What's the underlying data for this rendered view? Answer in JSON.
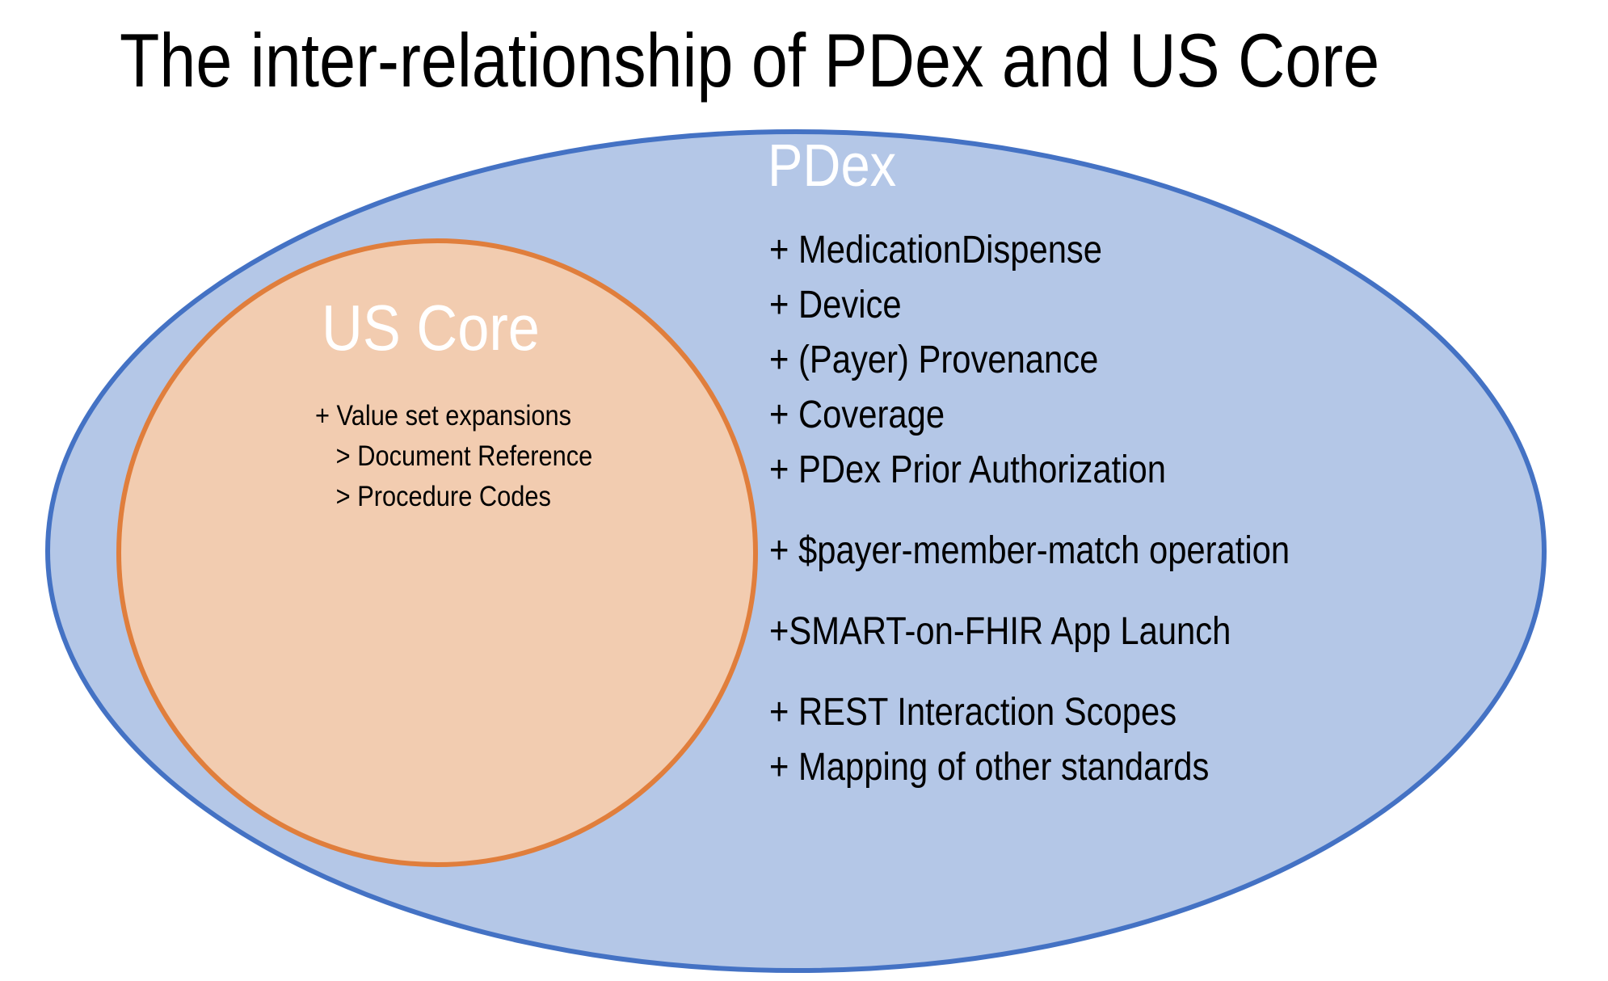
{
  "title": "The inter-relationship of PDex and US Core",
  "colors": {
    "pdex_fill": "#B4C7E7",
    "pdex_stroke": "#4472C4",
    "uscore_fill": "#F2CCB0",
    "uscore_stroke": "#E07E3C",
    "set_label": "#FFFFFF",
    "text": "#000000"
  },
  "pdex": {
    "label": "PDex",
    "items": [
      "+ MedicationDispense",
      "+ Device",
      "+ (Payer) Provenance",
      "+ Coverage",
      "+ PDex Prior Authorization",
      "+ $payer-member-match operation",
      "+SMART-on-FHIR App Launch",
      "+ REST Interaction Scopes",
      "+ Mapping of other standards"
    ]
  },
  "us_core": {
    "label": "US Core",
    "items": [
      "+ Value set expansions",
      "   > Document Reference",
      "   > Procedure Codes"
    ]
  }
}
